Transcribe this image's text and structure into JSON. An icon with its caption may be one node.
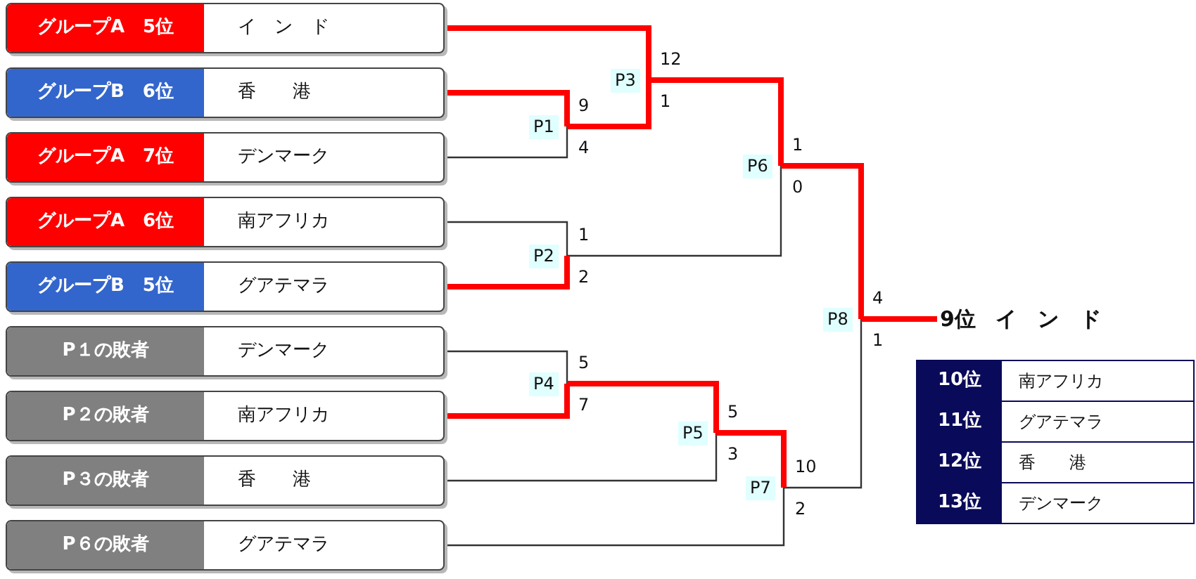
{
  "diagram": {
    "nodes": [
      {
        "text": [
          "グループA　5位",
          "イ　ン　ド"
        ]
      },
      {
        "text": [
          "グループB　6位",
          "香　　港"
        ]
      },
      {
        "text": [
          "グループA　7位",
          "デンマーク"
        ]
      },
      {
        "text": [
          "グループA　6位",
          "南アフリカ"
        ]
      },
      {
        "text": [
          "グループB　5位",
          "グアテマラ"
        ]
      },
      {
        "text": [
          "P１の敗者",
          "デンマーク"
        ]
      },
      {
        "text": [
          "P２の敗者",
          "南アフリカ"
        ]
      },
      {
        "text": [
          "P３の敗者",
          "香　　港"
        ]
      },
      {
        "text": [
          "P６の敗者",
          "グアテマラ"
        ]
      },
      {
        "text": [
          "P1"
        ]
      },
      {
        "text": [
          "P2"
        ]
      },
      {
        "text": [
          "P3"
        ]
      },
      {
        "text": [
          "P4"
        ]
      },
      {
        "text": [
          "P5"
        ]
      },
      {
        "text": [
          "P6"
        ]
      },
      {
        "text": [
          "P7"
        ]
      },
      {
        "text": [
          "P8"
        ]
      },
      {
        "text": [
          "9位",
          "イ　ン　ド"
        ]
      }
    ],
    "edges": [
      {
        "from": 1,
        "to": 9,
        "arrow": "none",
        "label": "9"
      },
      {
        "from": 2,
        "to": 9,
        "arrow": "none",
        "label": "4",
        "color": "#333333"
      },
      {
        "from": 3,
        "to": 10,
        "arrow": "none",
        "label": "1",
        "color": "#333333"
      },
      {
        "from": 4,
        "to": 10,
        "arrow": "none",
        "label": "2"
      },
      {
        "from": 0,
        "to": 11,
        "arrow": "none",
        "label": "12"
      },
      {
        "from": 9,
        "to": 11,
        "arrow": "none",
        "label": "1"
      },
      {
        "from": 11,
        "to": 14,
        "arrow": "none",
        "label": "1"
      },
      {
        "from": 10,
        "to": 14,
        "arrow": "none",
        "label": "0",
        "color": "#333333"
      },
      {
        "from": 5,
        "to": 12,
        "arrow": "none",
        "label": "5",
        "color": "#333333"
      },
      {
        "from": 6,
        "to": 12,
        "arrow": "none",
        "label": "7"
      },
      {
        "from": 12,
        "to": 13,
        "arrow": "none",
        "label": "5"
      },
      {
        "from": 7,
        "to": 13,
        "arrow": "none",
        "label": "3",
        "color": "#333333"
      },
      {
        "from": 13,
        "to": 15,
        "arrow": "none",
        "label": "10"
      },
      {
        "from": 8,
        "to": 15,
        "arrow": "none",
        "label": "2",
        "color": "#333333"
      },
      {
        "from": 14,
        "to": 16,
        "arrow": "none",
        "label": "4"
      },
      {
        "from": 15,
        "to": 16,
        "arrow": "none",
        "label": "1",
        "color": "#333333"
      },
      {
        "from": 16,
        "to": 17,
        "arrow": "none"
      }
    ],
    "labels": [
      "10位",
      "南アフリカ",
      "11位",
      "グアテマラ",
      "12位",
      "香　　港",
      "13位",
      "デンマーク"
    ]
  }
}
